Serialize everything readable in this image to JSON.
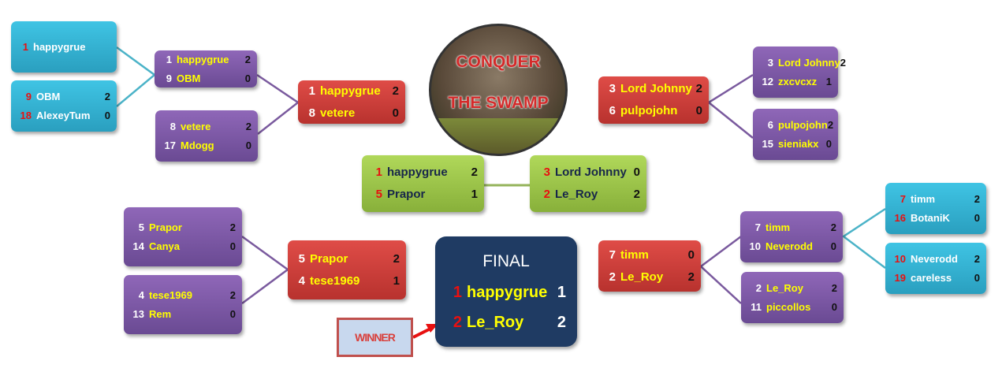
{
  "logo": {
    "line1": "CONQUER",
    "line2": "THE SWAMP"
  },
  "final": {
    "title": "FINAL",
    "rows": [
      {
        "seed": "1",
        "name": "happygrue",
        "score": "1"
      },
      {
        "seed": "2",
        "name": "Le_Roy",
        "score": "2"
      }
    ]
  },
  "winner_label": "WINNER",
  "matches": [
    {
      "id": "c1",
      "rows": [
        {
          "seed": "1",
          "name": "happygrue",
          "score": ""
        }
      ]
    },
    {
      "id": "c2",
      "rows": [
        {
          "seed": "9",
          "name": "OBM",
          "score": "2"
        },
        {
          "seed": "18",
          "name": "AlexeyTum",
          "score": "0"
        }
      ]
    },
    {
      "id": "p1",
      "rows": [
        {
          "seed": "1",
          "name": "happygrue",
          "score": "2"
        },
        {
          "seed": "9",
          "name": "OBM",
          "score": "0"
        }
      ]
    },
    {
      "id": "p2",
      "rows": [
        {
          "seed": "8",
          "name": "vetere",
          "score": "2"
        },
        {
          "seed": "17",
          "name": "Mdogg",
          "score": "0"
        }
      ]
    },
    {
      "id": "r1",
      "rows": [
        {
          "seed": "1",
          "name": "happygrue",
          "score": "2"
        },
        {
          "seed": "8",
          "name": "vetere",
          "score": "0"
        }
      ]
    },
    {
      "id": "g1",
      "rows": [
        {
          "seed": "1",
          "name": "happygrue",
          "score": "2"
        },
        {
          "seed": "5",
          "name": "Prapor",
          "score": "1"
        }
      ]
    },
    {
      "id": "g2",
      "rows": [
        {
          "seed": "3",
          "name": "Lord Johnny",
          "score": "0"
        },
        {
          "seed": "2",
          "name": "Le_Roy",
          "score": "2"
        }
      ]
    },
    {
      "id": "r2",
      "rows": [
        {
          "seed": "3",
          "name": "Lord Johnny",
          "score": "2"
        },
        {
          "seed": "6",
          "name": "pulpojohn",
          "score": "0"
        }
      ]
    },
    {
      "id": "p3",
      "rows": [
        {
          "seed": "3",
          "name": "Lord Johnny",
          "score": "2"
        },
        {
          "seed": "12",
          "name": "zxcvcxz",
          "score": "1"
        }
      ]
    },
    {
      "id": "p4",
      "rows": [
        {
          "seed": "6",
          "name": "pulpojohn",
          "score": "2"
        },
        {
          "seed": "15",
          "name": "sieniakx",
          "score": "0"
        }
      ]
    },
    {
      "id": "p5",
      "rows": [
        {
          "seed": "5",
          "name": "Prapor",
          "score": "2"
        },
        {
          "seed": "14",
          "name": "Canya",
          "score": "0"
        }
      ]
    },
    {
      "id": "p6",
      "rows": [
        {
          "seed": "4",
          "name": "tese1969",
          "score": "2"
        },
        {
          "seed": "13",
          "name": "Rem",
          "score": "0"
        }
      ]
    },
    {
      "id": "r3",
      "rows": [
        {
          "seed": "5",
          "name": "Prapor",
          "score": "2"
        },
        {
          "seed": "4",
          "name": "tese1969",
          "score": "1"
        }
      ]
    },
    {
      "id": "r4",
      "rows": [
        {
          "seed": "7",
          "name": "timm",
          "score": "0"
        },
        {
          "seed": "2",
          "name": "Le_Roy",
          "score": "2"
        }
      ]
    },
    {
      "id": "p7",
      "rows": [
        {
          "seed": "7",
          "name": "timm",
          "score": "2"
        },
        {
          "seed": "10",
          "name": "Neverodd",
          "score": "0"
        }
      ]
    },
    {
      "id": "p8",
      "rows": [
        {
          "seed": "2",
          "name": "Le_Roy",
          "score": "2"
        },
        {
          "seed": "11",
          "name": "piccollos",
          "score": "0"
        }
      ]
    },
    {
      "id": "c3",
      "rows": [
        {
          "seed": "7",
          "name": "timm",
          "score": "2"
        },
        {
          "seed": "16",
          "name": "BotaniK",
          "score": "0"
        }
      ]
    },
    {
      "id": "c4",
      "rows": [
        {
          "seed": "10",
          "name": "Neverodd",
          "score": "2"
        },
        {
          "seed": "19",
          "name": "careless",
          "score": "0"
        }
      ]
    }
  ]
}
